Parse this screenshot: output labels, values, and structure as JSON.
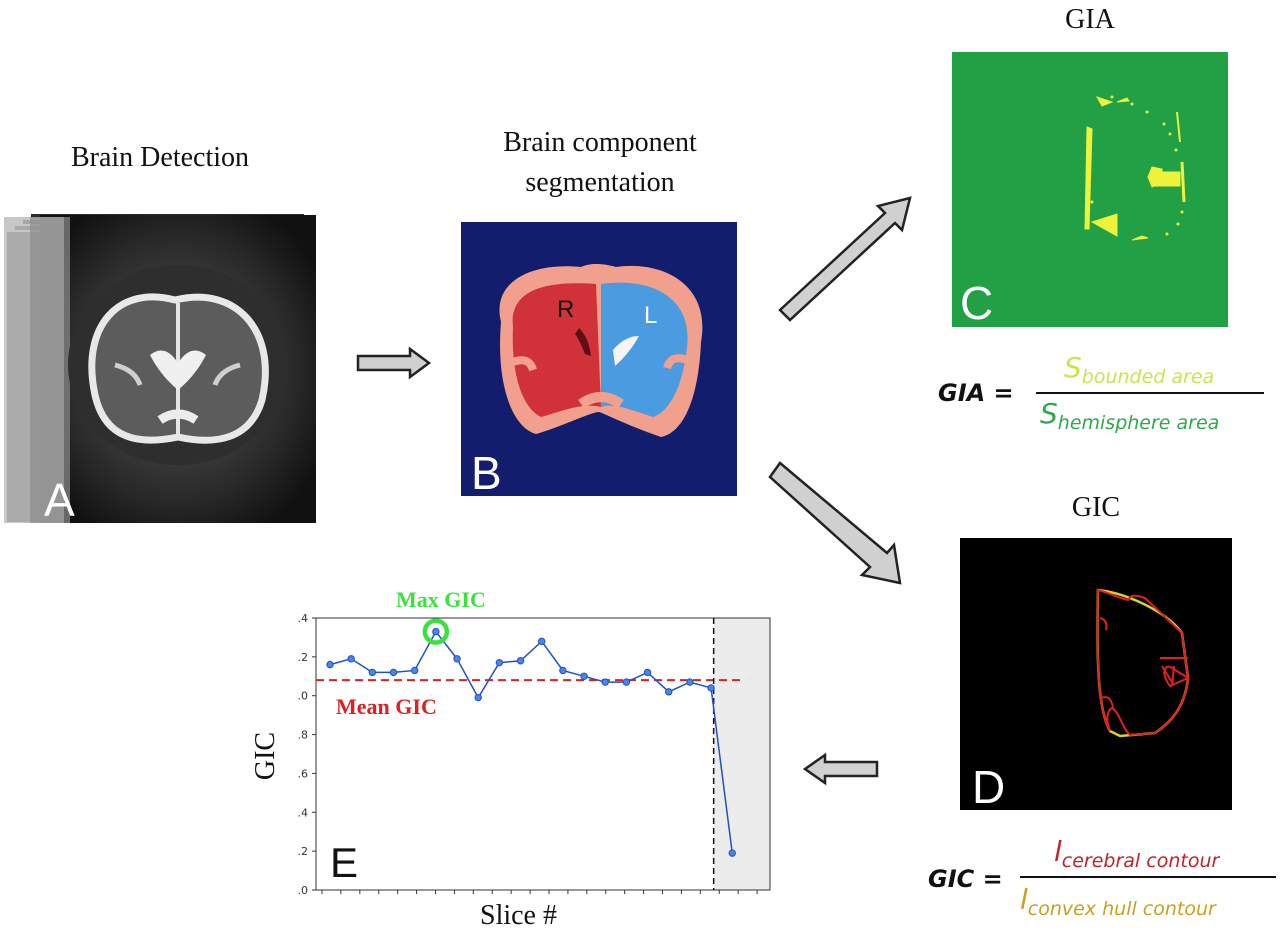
{
  "panels": {
    "A": {
      "title": "Brain Detection",
      "letter": "A"
    },
    "B": {
      "title_line1": "Brain component",
      "title_line2": "segmentation",
      "letter": "B",
      "label_right": "R",
      "label_left": "L"
    },
    "C": {
      "title": "GIA",
      "letter": "C"
    },
    "D": {
      "title": "GIC",
      "letter": "D"
    }
  },
  "formulas": {
    "gia": {
      "lhs": "GIA =",
      "num_base": "S",
      "num_sub": "bounded area",
      "den_base": "S",
      "den_sub": "hemisphere area",
      "num_color": "#c8e64a",
      "den_color": "#2fa84a"
    },
    "gic": {
      "lhs": "GIC =",
      "num_base": "l",
      "num_sub": "cerebral contour",
      "den_base": "l",
      "den_sub": "convex hull contour",
      "num_color": "#c0222a",
      "den_color": "#c8a020"
    }
  },
  "colors": {
    "gia_bg": "#22a045",
    "gia_fg": "#eef23a",
    "seg_bg": "#131d6e",
    "seg_outer": "#f2a08e",
    "seg_right": "#d1323a",
    "seg_left": "#4a9be0",
    "gic_bg": "#000000",
    "gic_hull": "#d8d030",
    "gic_contour": "#e02020",
    "arrow_fill": "#d0d0d0",
    "arrow_stroke": "#222222",
    "series_color": "#1f4fc9",
    "mean_color": "#e02020",
    "max_color": "#39e33b"
  },
  "chart_data": {
    "type": "line",
    "panel_letter": "E",
    "xlabel": "Slice #",
    "ylabel": "GIC",
    "ytick_labels": [
      ".4",
      ".2",
      ".0",
      ".8",
      ".6",
      ".4",
      ".2",
      ".0"
    ],
    "ytick_values": [
      1.4,
      1.2,
      1.0,
      0.8,
      0.6,
      0.4,
      0.2,
      0.0
    ],
    "ylim": [
      0.0,
      1.4
    ],
    "x": [
      1,
      2,
      3,
      4,
      5,
      6,
      7,
      8,
      9,
      10,
      11,
      12,
      13,
      14,
      15,
      16,
      17,
      18,
      19,
      20,
      21,
      22,
      23,
      24
    ],
    "y": [
      1.16,
      1.19,
      1.12,
      1.12,
      1.13,
      1.33,
      1.19,
      0.99,
      1.17,
      1.18,
      1.28,
      1.13,
      1.1,
      1.07,
      1.07,
      1.12,
      1.02,
      1.07,
      1.04,
      0.19
    ],
    "mean_gic": 1.08,
    "mean_label": "Mean GIC",
    "max_label": "Max GIC",
    "max_index": 5,
    "dashed_vline_after_index": 18,
    "shaded_tail": true
  }
}
